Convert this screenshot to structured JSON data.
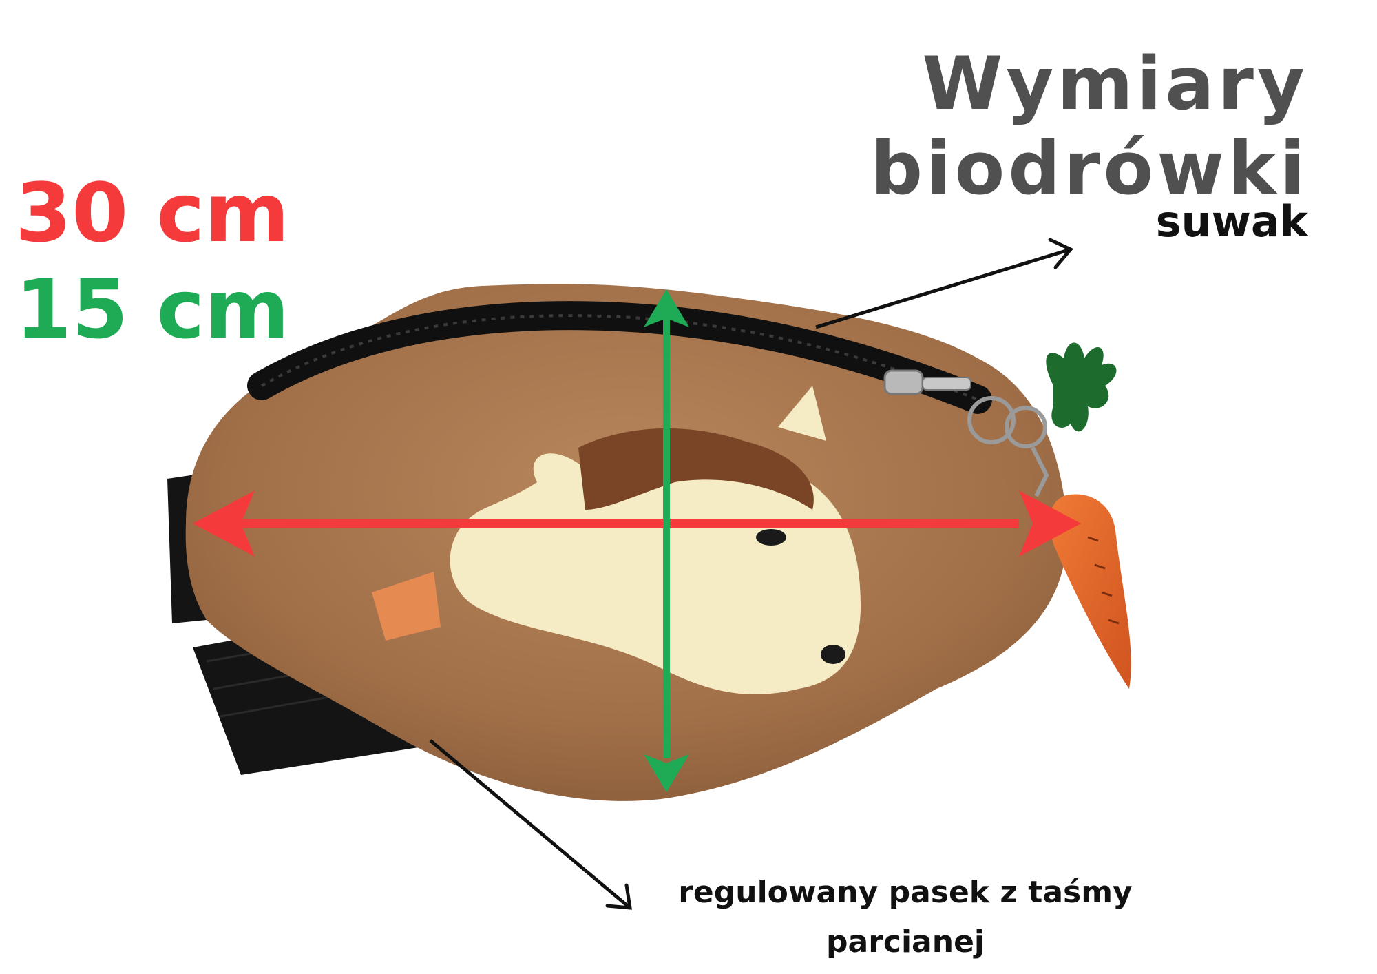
{
  "title": "Wymiary biodrówki",
  "dimensions": {
    "width": "30 cm",
    "height": "15 cm",
    "width_color": "#f43a3a",
    "height_color": "#1faa55"
  },
  "callouts": {
    "zipper": "suwak",
    "strap_line1": "regulowany pasek z taśmy",
    "strap_line2": "parcianej"
  },
  "colors": {
    "title": "#505050",
    "bag": "#a9784f",
    "zipper": "#111111",
    "horse_face": "#f5ecc6",
    "mane": "#7a4526",
    "carrot": "#e66b2d",
    "carrot_leaves": "#1e6b2e"
  }
}
